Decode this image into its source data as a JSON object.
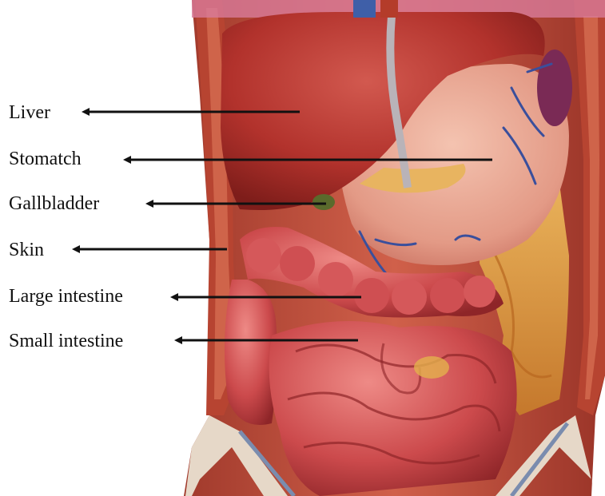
{
  "labels": [
    {
      "id": "liver",
      "text": "Liver"
    },
    {
      "id": "stomach",
      "text": "Stomatch"
    },
    {
      "id": "gallbladder",
      "text": "Gallbladder"
    },
    {
      "id": "skin",
      "text": "Skin"
    },
    {
      "id": "large_intestine",
      "text": "Large intestine"
    },
    {
      "id": "small_intestine",
      "text": "Small intestine"
    }
  ],
  "colors": {
    "background": "#ffffff",
    "text": "#111111",
    "arrow": "#111111",
    "liver": "#b5322c",
    "stomach": "#e9a08c",
    "intestine": "#c9464a",
    "muscle_wall": "#c0563f",
    "fat": "#d99a3a",
    "vessel": "#3a4f9c"
  }
}
